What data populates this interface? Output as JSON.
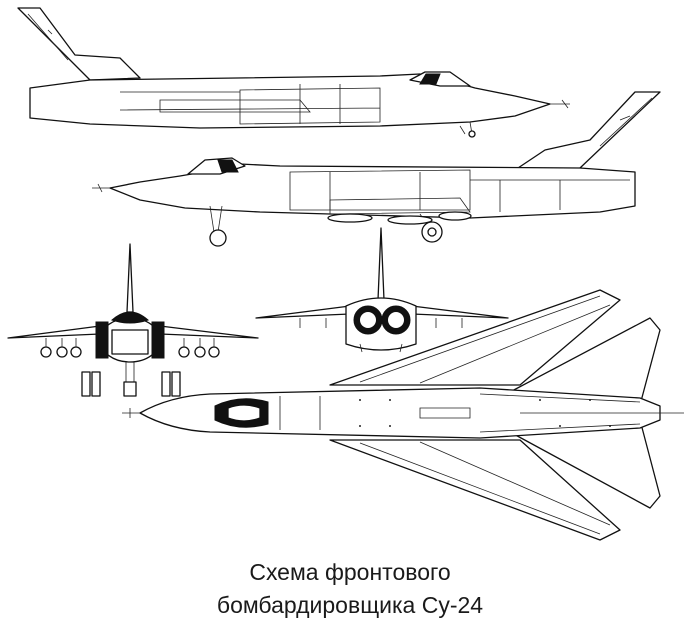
{
  "caption": {
    "line1": "Схема фронтового",
    "line2": "бомбардировщика Су-24"
  },
  "views": [
    {
      "name": "side-view-right",
      "icon": "aircraft-side-profile"
    },
    {
      "name": "side-view-left",
      "icon": "aircraft-side-profile"
    },
    {
      "name": "front-view",
      "icon": "aircraft-front-view"
    },
    {
      "name": "rear-view",
      "icon": "aircraft-rear-view"
    },
    {
      "name": "top-view",
      "icon": "aircraft-plan-view"
    }
  ],
  "colors": {
    "line": "#111111",
    "background": "#ffffff"
  }
}
